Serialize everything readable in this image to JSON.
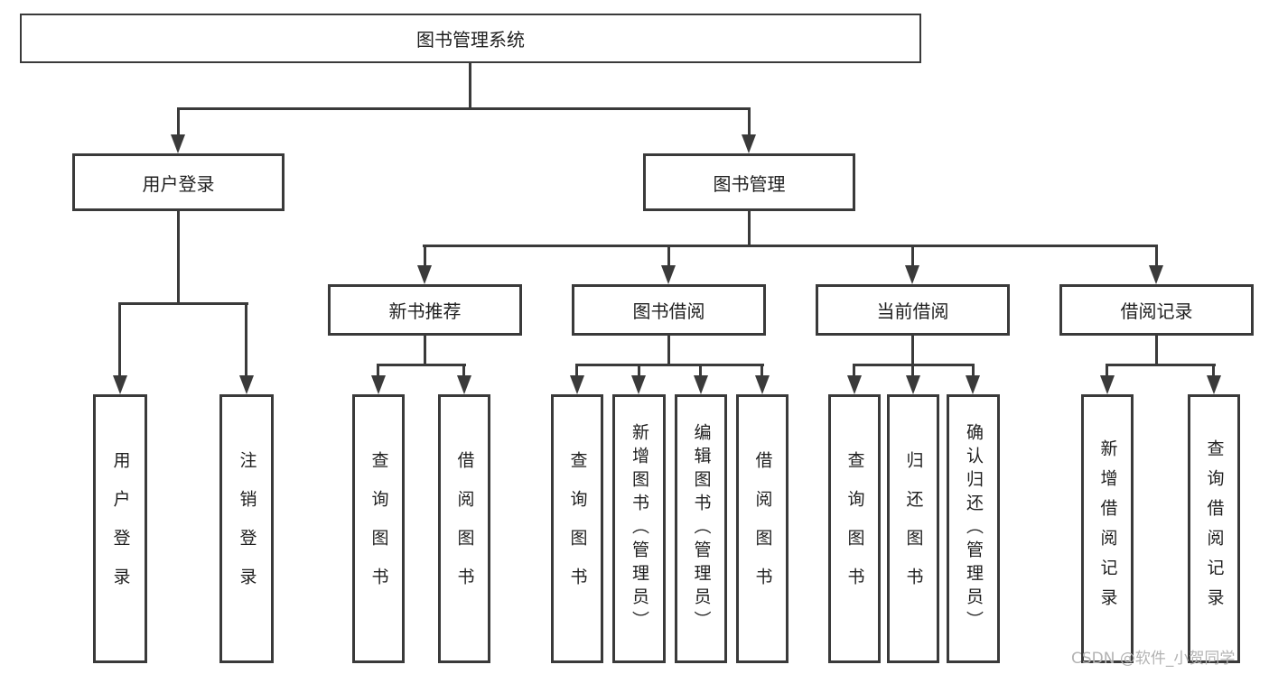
{
  "colors": {
    "line": "#3a3a3a",
    "text": "#1f1f1f",
    "watermark": "#b3b3b3",
    "background": "#ffffff"
  },
  "watermark": {
    "text": "CSDN @软件_小贺同学"
  },
  "tree": {
    "label": "图书管理系统",
    "children": [
      {
        "label": "用户登录",
        "children": [
          {
            "label": "用户登录"
          },
          {
            "label": "注销登录"
          }
        ]
      },
      {
        "label": "图书管理",
        "children": [
          {
            "label": "新书推荐",
            "children": [
              {
                "label": "查询图书"
              },
              {
                "label": "借阅图书"
              }
            ]
          },
          {
            "label": "图书借阅",
            "children": [
              {
                "label": "查询图书"
              },
              {
                "label": "新增图书（管理员）"
              },
              {
                "label": "编辑图书（管理员）"
              },
              {
                "label": "借阅图书"
              }
            ]
          },
          {
            "label": "当前借阅",
            "children": [
              {
                "label": "查询图书"
              },
              {
                "label": "归还图书"
              },
              {
                "label": "确认归还（管理员）"
              }
            ]
          },
          {
            "label": "借阅记录",
            "children": [
              {
                "label": "新增借阅记录"
              },
              {
                "label": "查询借阅记录"
              }
            ]
          }
        ]
      }
    ]
  }
}
